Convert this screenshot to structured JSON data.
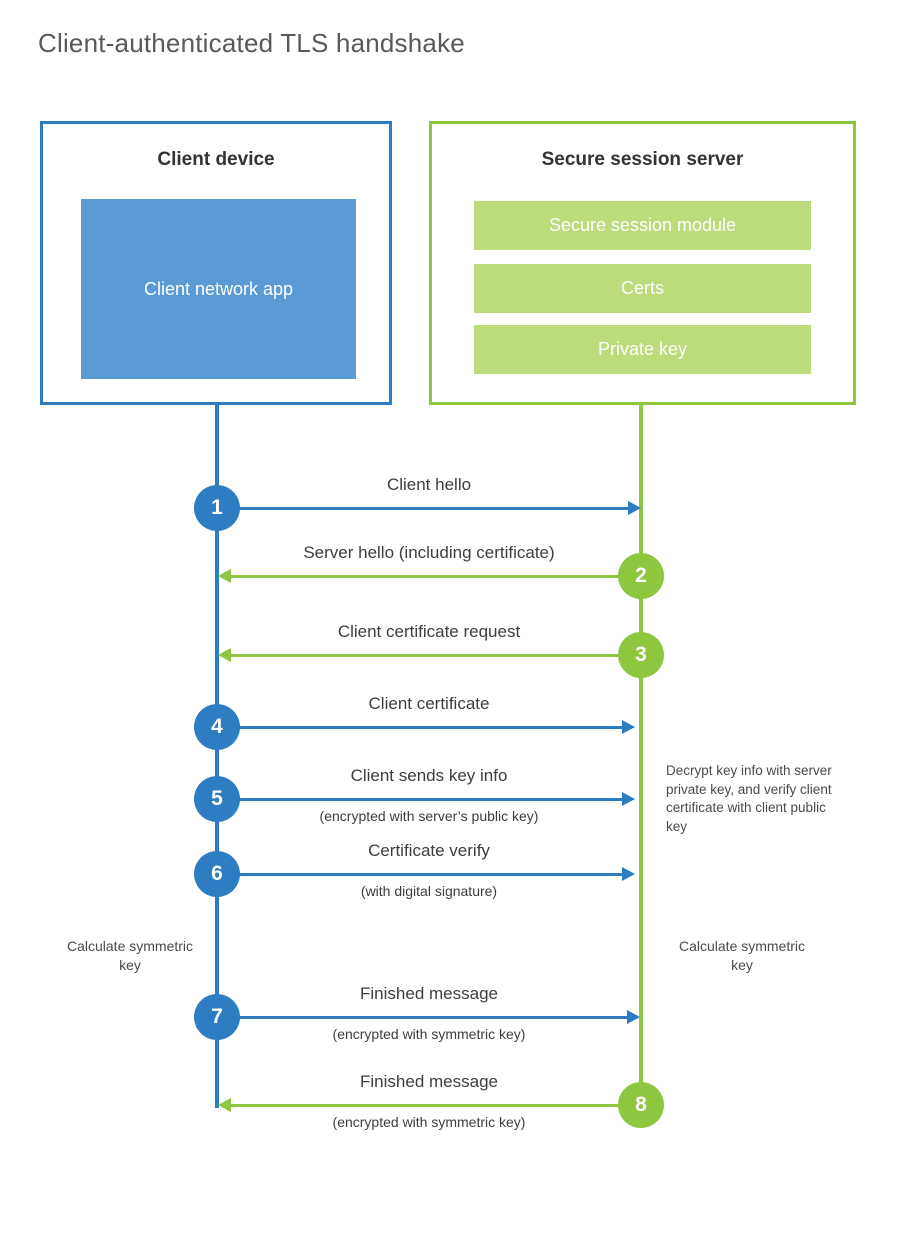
{
  "title": "Client-authenticated TLS handshake",
  "colors": {
    "client_accent": "#2E7CC2",
    "client_fill": "#5B9BD5",
    "server_accent": "#8DC63F",
    "server_fill": "#BCDB7A",
    "text": "#3D3D3D",
    "title_text": "#595959"
  },
  "actors": {
    "client": {
      "title": "Client device",
      "app_label": "Client network app"
    },
    "server": {
      "title": "Secure session server",
      "modules": [
        "Secure session module",
        "Certs",
        "Private key"
      ]
    }
  },
  "messages": [
    {
      "step": "1",
      "label": "Client hello",
      "sublabel": "",
      "direction": "client-to-server",
      "color": "blue"
    },
    {
      "step": "2",
      "label": "Server hello (including certificate)",
      "sublabel": "",
      "direction": "server-to-client",
      "color": "green"
    },
    {
      "step": "3",
      "label": "Client certificate request",
      "sublabel": "",
      "direction": "server-to-client",
      "color": "green"
    },
    {
      "step": "4",
      "label": "Client certificate",
      "sublabel": "",
      "direction": "client-to-server",
      "color": "blue"
    },
    {
      "step": "5",
      "label": "Client sends key info",
      "sublabel": "(encrypted with server’s public key)",
      "direction": "client-to-server",
      "color": "blue"
    },
    {
      "step": "6",
      "label": "Certificate verify",
      "sublabel": "(with digital signature)",
      "direction": "client-to-server",
      "color": "blue"
    },
    {
      "step": "7",
      "label": "Finished message",
      "sublabel": "(encrypted with symmetric key)",
      "direction": "client-to-server",
      "color": "blue"
    },
    {
      "step": "8",
      "label": "Finished message",
      "sublabel": "(encrypted with symmetric key)",
      "direction": "server-to-client",
      "color": "green"
    }
  ],
  "annotations": {
    "decrypt_note": "Decrypt key info with server private key, and verify client certificate with client public key",
    "calculate_client": "Calculate symmetric key",
    "calculate_server": "Calculate symmetric key"
  }
}
